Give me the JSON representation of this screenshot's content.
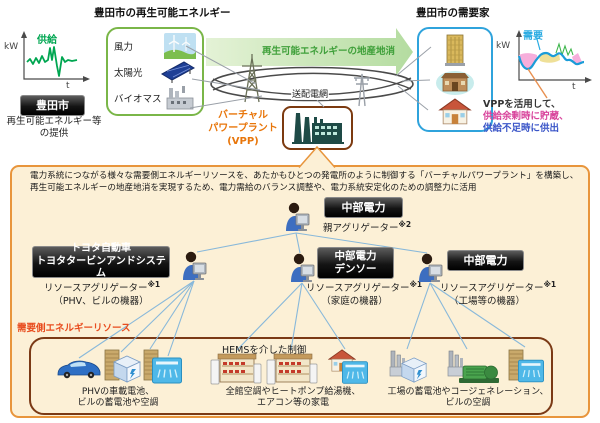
{
  "colors": {
    "supply_green": "#00A651",
    "demand_cyan": "#29ABE2",
    "storage_magenta": "#D8439B",
    "supply_out_blue": "#3A55C8",
    "vpp_orange": "#E8760B",
    "arrow_green_text": "#3FA03A",
    "panel_border_orange": "#E8953C",
    "panel_bg_cream": "#FCF0D6",
    "inner_box_brown": "#7B3A16",
    "resources_title_red": "#E84C1E",
    "green_box_border": "#7AB648",
    "blue_box_border": "#2FA3DC",
    "link_line_blue": "#88B8DA"
  },
  "top": {
    "renewable_title": "豊田市の再生可能エネルギー",
    "consumer_title": "豊田市の需要家",
    "supply_graph": {
      "label": "供給",
      "y_axis": "kW",
      "x_axis": "t"
    },
    "demand_graph": {
      "label": "需要",
      "y_axis": "kW",
      "x_axis": "t"
    },
    "city_badge": "豊田市",
    "provision_line1": "再生可能エネルギー等",
    "provision_line2": "の提供",
    "sources": [
      {
        "label": "風力",
        "icon": "wind-turbine-icon"
      },
      {
        "label": "太陽光",
        "icon": "solar-panel-icon"
      },
      {
        "label": "バイオマス",
        "icon": "biomass-plant-icon"
      }
    ],
    "consumer_icons": [
      "office-building-icon",
      "shop-house-icon",
      "house-icon"
    ],
    "arrow_label": "再生可能エネルギーの地産地消",
    "grid_label": "送配電網",
    "vpp": {
      "line1": "バーチャル",
      "line2": "パワープラント",
      "line3": "(VPP)"
    },
    "demand_note": {
      "line1": "VPPを活用して、",
      "line2": "供給余剰時に貯蔵、",
      "line3": "供給不足時に供出"
    }
  },
  "panel": {
    "description_line1": "電力系統につながる様々な需要側エネルギーリソースを、あたかもひとつの発電所のように制御する「バーチャルパワープラント」を構築し、",
    "description_line2": "再生可能エネルギーの地産地消を実現するため、電力需給のバランス調整や、電力系統安定化のための調整力に活用",
    "parent": {
      "company": "中部電力",
      "role": "親アグリゲーター",
      "note": "※2"
    },
    "aggregators": [
      {
        "line1": "トヨタ自動車",
        "line2": "トヨタタービンアンドシステム",
        "role": "リソースアグリゲーター",
        "note": "※1",
        "scope": "（PHV、ビルの機器）"
      },
      {
        "line1": "中部電力",
        "line2": "デンソー",
        "role": "リソースアグリゲーター",
        "note": "※1",
        "scope": "（家庭の機器）"
      },
      {
        "line1": "中部電力",
        "role": "リソースアグリゲーター",
        "note": "※1",
        "scope": "（工場等の機器）"
      }
    ],
    "resources_title": "需要側エネルギーリソース",
    "hems_label": "HEMSを介した制御",
    "groups": [
      {
        "line1": "PHVの車載電池、",
        "line2": "ビルの蓄電池や空調",
        "icons": [
          "phv-car-icon",
          "battery-icon",
          "building-aircon-icon"
        ]
      },
      {
        "line1": "全館空調やヒートポンプ給湯機、",
        "line2": "エアコン等の家電",
        "icons": [
          "hems-house-icon",
          "hems-house-icon",
          "house-aircon-icon"
        ]
      },
      {
        "line1": "工場の蓄電池やコージェネレーション、",
        "line2": "ビルの空調",
        "icons": [
          "factory-battery-icon",
          "cogeneration-icon",
          "building-aircon-icon"
        ]
      }
    ]
  }
}
